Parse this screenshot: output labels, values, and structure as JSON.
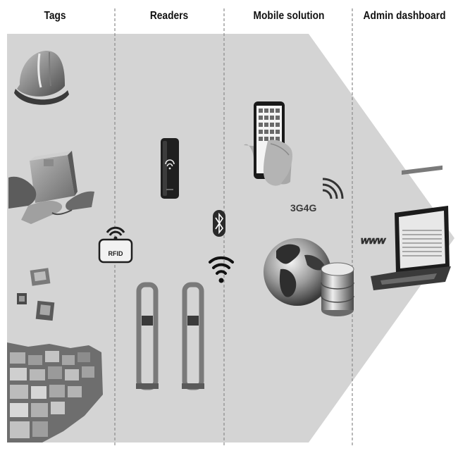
{
  "headers": {
    "tags": "Tags",
    "readers": "Readers",
    "mobile": "Mobile solution",
    "admin": "Admin dashboard"
  },
  "icon_labels": {
    "rfid": "RFID",
    "network": "3G4G",
    "www": "www"
  },
  "icons": [
    "hard-hat-icon",
    "package-handoff-icon",
    "rfid-tag-chips-icon",
    "warehouse-boxes-icon",
    "rfid-badge-icon",
    "handheld-reader-icon",
    "security-gate-icon",
    "bluetooth-icon",
    "wifi-icon",
    "smartphone-icon",
    "cellular-signal-icon",
    "globe-icon",
    "database-icon",
    "www-icon",
    "laptop-icon"
  ],
  "colors": {
    "panel": "#d4d4d4",
    "divider": "#8a8a8a",
    "icon_dark": "#2b2b2b"
  }
}
